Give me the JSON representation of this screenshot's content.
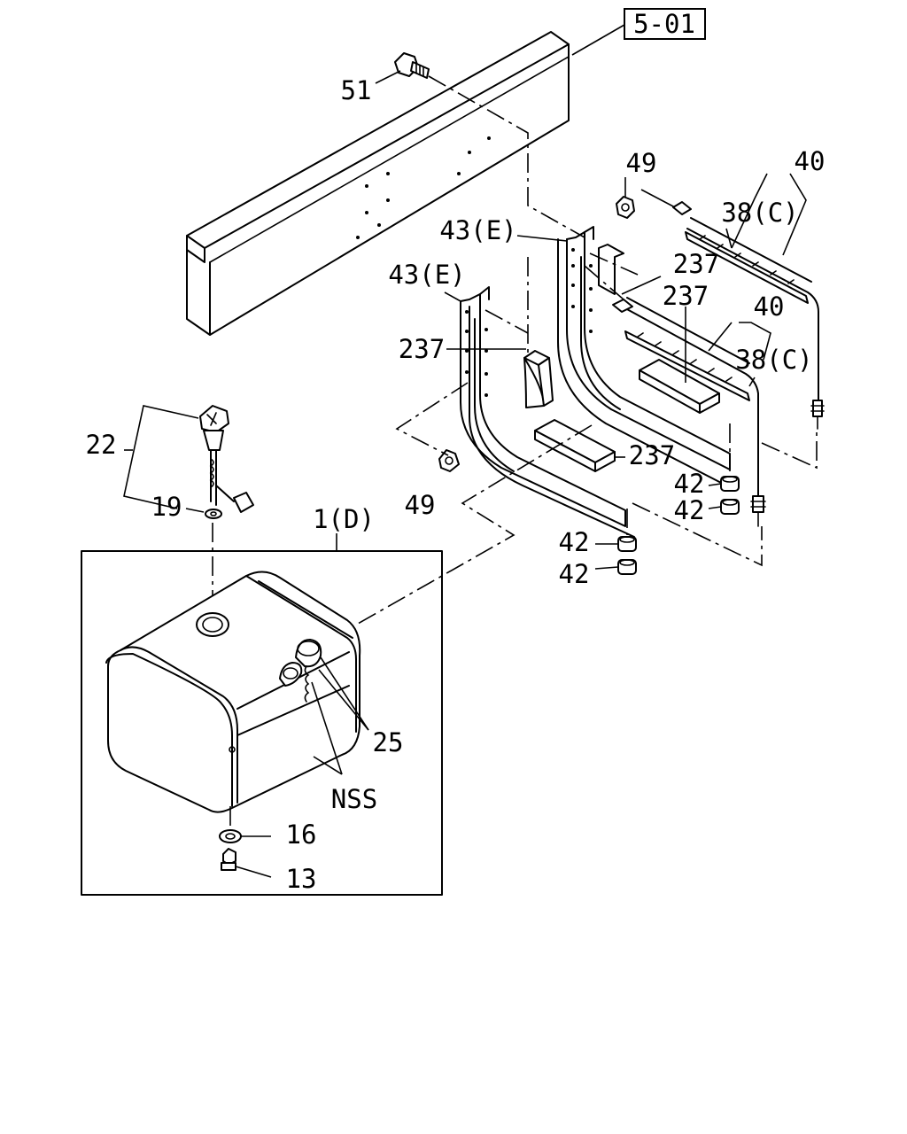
{
  "reference_box": "5-01",
  "callouts": {
    "c51": "51",
    "c49_top": "49",
    "c40_top": "40",
    "c38c_top": "38(C)",
    "c43e_right": "43(E)",
    "c237_a": "237",
    "c43e_left": "43(E)",
    "c237_b": "237",
    "c40_mid": "40",
    "c237_c": "237",
    "c38c_mid": "38(C)",
    "c22": "22",
    "c237_d": "237",
    "c42_a": "42",
    "c19": "19",
    "c1d": "1(D)",
    "c49_bottom": "49",
    "c42_b": "42",
    "c42_c": "42",
    "c42_d": "42",
    "c25": "25",
    "cnss": "NSS",
    "c16": "16",
    "c13": "13"
  }
}
